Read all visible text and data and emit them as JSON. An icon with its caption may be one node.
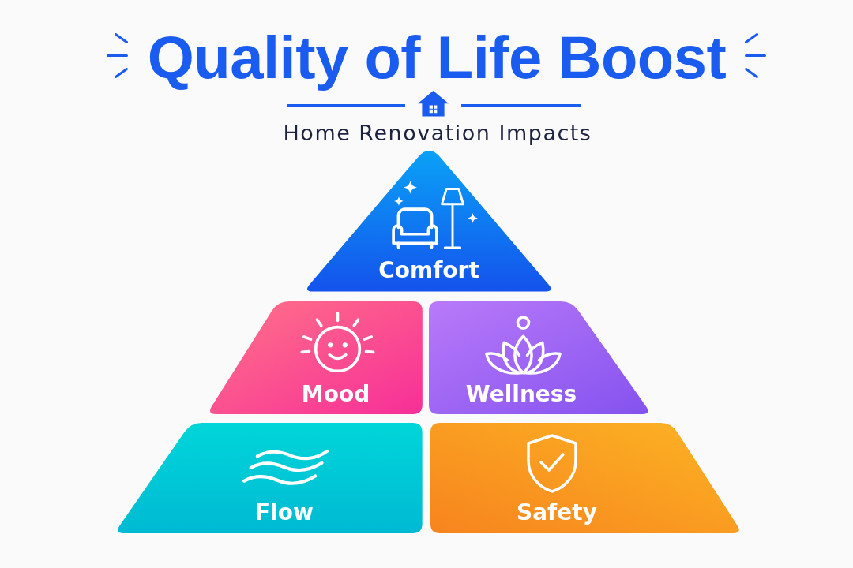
{
  "diagram": {
    "title": "Quality of Life Boost",
    "nodes": [
      {
        "text": [
          "Comfort"
        ]
      },
      {
        "text": [
          "Mood"
        ]
      },
      {
        "text": [
          "Wellness"
        ]
      },
      {
        "text": [
          "Flow"
        ]
      },
      {
        "text": [
          "Safety"
        ]
      }
    ],
    "labels": [
      "Home Renovation Impacts"
    ]
  }
}
